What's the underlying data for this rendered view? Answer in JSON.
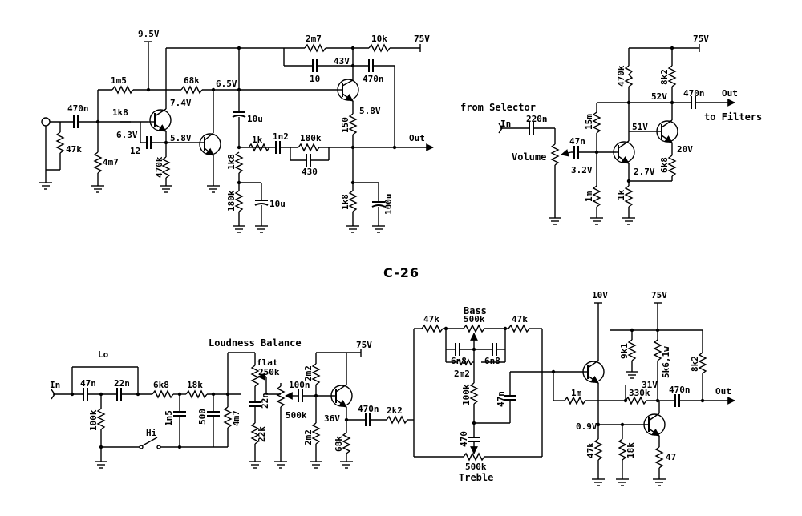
{
  "title": "C-26",
  "preamp": {
    "supply_9v5": "9.5V",
    "supply_75v": "75V",
    "r_2m7": "2m7",
    "r_10k": "10k",
    "r_1m5": "1m5",
    "r_68k": "68k",
    "v_6_5": "6.5V",
    "c_10": "10",
    "v_43": "43V",
    "c_470n_fb": "470n",
    "c_470n_in": "470n",
    "r_1k8_a": "1k8",
    "v_7_4": "7.4V",
    "v_6_3": "6.3V",
    "c_12": "12",
    "v_5_8_a": "5.8V",
    "v_5_8_b": "5.8V",
    "r_47k": "47k",
    "r_4m7": "4m7",
    "r_470k": "470k",
    "c_10u_a": "10u",
    "r_1k8_b": "1k8",
    "r_1k": "1k",
    "c_1n2": "1n2",
    "r_180k_a": "180k",
    "c_430": "430",
    "r_150": "150",
    "out": "Out",
    "r_180k_b": "180k",
    "c_10u_b": "10u",
    "r_1k8_c": "1k8",
    "c_100u": "100u"
  },
  "volume_stage": {
    "supply": "75V",
    "r_470k": "470k",
    "r_8k2": "8k2",
    "c_470n": "470n",
    "out": "Out",
    "v_52": "52V",
    "from_selector": "from Selector",
    "to_filters": "to Filters",
    "in": "In",
    "c_220n": "220n",
    "r_15m": "15m",
    "v_51": "51V",
    "c_47n": "47n",
    "volume": "Volume",
    "v_20": "20V",
    "v_3_2": "3.2V",
    "r_6k8": "6k8",
    "v_2_7": "2.7V",
    "r_1m": "1m",
    "r_1k": "1k"
  },
  "lower_left": {
    "loudness_balance": "Loudness  Balance",
    "supply": "75V",
    "lo": "Lo",
    "in": "In",
    "c_47n": "47n",
    "c_22n_a": "22n",
    "r_6k8": "6k8",
    "r_18k": "18k",
    "flat": "flat",
    "r_250k": "250k",
    "r_2m2_a": "2m2",
    "c_100n": "100n",
    "r_100k": "100k",
    "c_1n5": "1n5",
    "c_500": "500",
    "r_4m7": "4m7",
    "c_22n_b": "22n",
    "r_500k": "500k",
    "c_470n": "470n",
    "r_2k2": "2k2",
    "v_36": "36V",
    "hi": "Hi",
    "r_22k": "22k",
    "r_2m2_b": "2m2",
    "r_68k": "68k"
  },
  "tone_stage": {
    "bass": "Bass",
    "r_47k_a": "47k",
    "r_500k_bass": "500k",
    "r_47k_b": "47k",
    "c_6n8_a": "6n8",
    "c_6n8_b": "6n8",
    "r_2m2": "2m2",
    "r_100k": "100k",
    "c_47n": "47n",
    "c_470": "470",
    "r_500k_treble": "500k",
    "treble": "Treble",
    "supply_10v": "10V",
    "supply_75v": "75V",
    "r_9k1": "9k1",
    "r_5k6": "5k6,1w",
    "r_8k2": "8k2",
    "v_31": "31V",
    "r_1m": "1m",
    "r_330k": "330k",
    "c_470n": "470n",
    "out": "Out",
    "v_0_9": "0.9V",
    "r_47k_c": "47k",
    "r_18k": "18k",
    "r_47": "47"
  }
}
